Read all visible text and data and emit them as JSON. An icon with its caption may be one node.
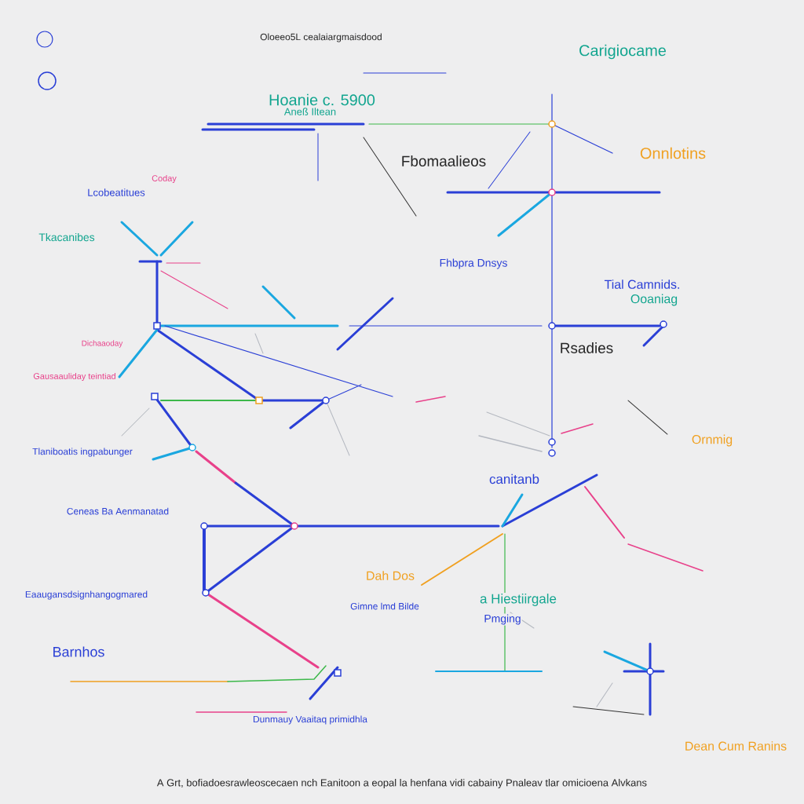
{
  "diagram": {
    "caption": "A Grt, bofiadoesrawleoscecaen nch Eanitoon a eopal la henfana vidi cabainy Pnaleav tlar omicioena Alvkans",
    "labels": [
      "Oloeeo5L cealaiargmaisdood",
      "Hoanie c. 5900",
      "Aneß Iltean",
      "Carigiocame",
      "Fbomaalieos",
      "Onnlotins",
      "Coday",
      "Lcobeatitues",
      "Tkacanibes",
      "Fhbpra Dnsys",
      "Tial Camnids.",
      "Ooaniag",
      "Dichaaoday",
      "Rsadies",
      "Gausaauliday teintiad",
      "Ornmig",
      "Tlaniboatis ingpabunger",
      "canitanb",
      "Ceneas Ba Aenmanatad",
      "Eaaugansdsignhangogmared",
      "Dah Dos",
      "a Hiestiirgale",
      "Gimne lmd Bilde",
      "Pmging",
      "Barnhos",
      "Dunmauy Vaaitaq primidhla",
      "Dean Cum Ranins"
    ]
  }
}
